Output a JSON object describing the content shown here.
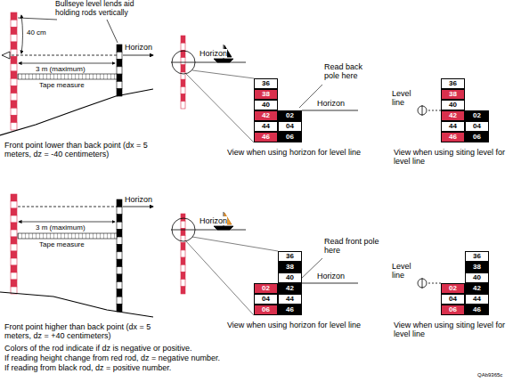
{
  "diagram": {
    "labels": [
      "Bullseye level lends aid holding rods vertically",
      "40 cm",
      "Horizon",
      "3 m (maximum)",
      "Tape measure",
      "Front point lower than back point (dx = 5 meters, dz = -40 centimeters)",
      "Horizon",
      "Read back pole here",
      "Horizon",
      "36",
      "38",
      "40",
      "42",
      "44",
      "46",
      "02",
      "04",
      "06",
      "View when using horizon for level line",
      "Level line",
      "36",
      "38",
      "40",
      "42",
      "44",
      "46",
      "02",
      "04",
      "06",
      "View when using siting level for level line",
      "Horizon",
      "3 m (maximum)",
      "Tape measure",
      "Front point higher than back point (dx = 5 meters, dz = +40 centimeters)",
      "Horizon",
      "Read front pole here",
      "Horizon",
      "36",
      "38",
      "40",
      "42",
      "44",
      "46",
      "02",
      "04",
      "06",
      "View when using horizon for level line",
      "Level line",
      "36",
      "38",
      "40",
      "42",
      "44",
      "46",
      "02",
      "04",
      "06",
      "View when using siting level for level line",
      "Colors of the rod indicate if dz is negative or positive.",
      "If reading height change from red rod, dz = negative number.",
      "If reading from black rod, dz = positive number.",
      "QAb9365c"
    ]
  }
}
